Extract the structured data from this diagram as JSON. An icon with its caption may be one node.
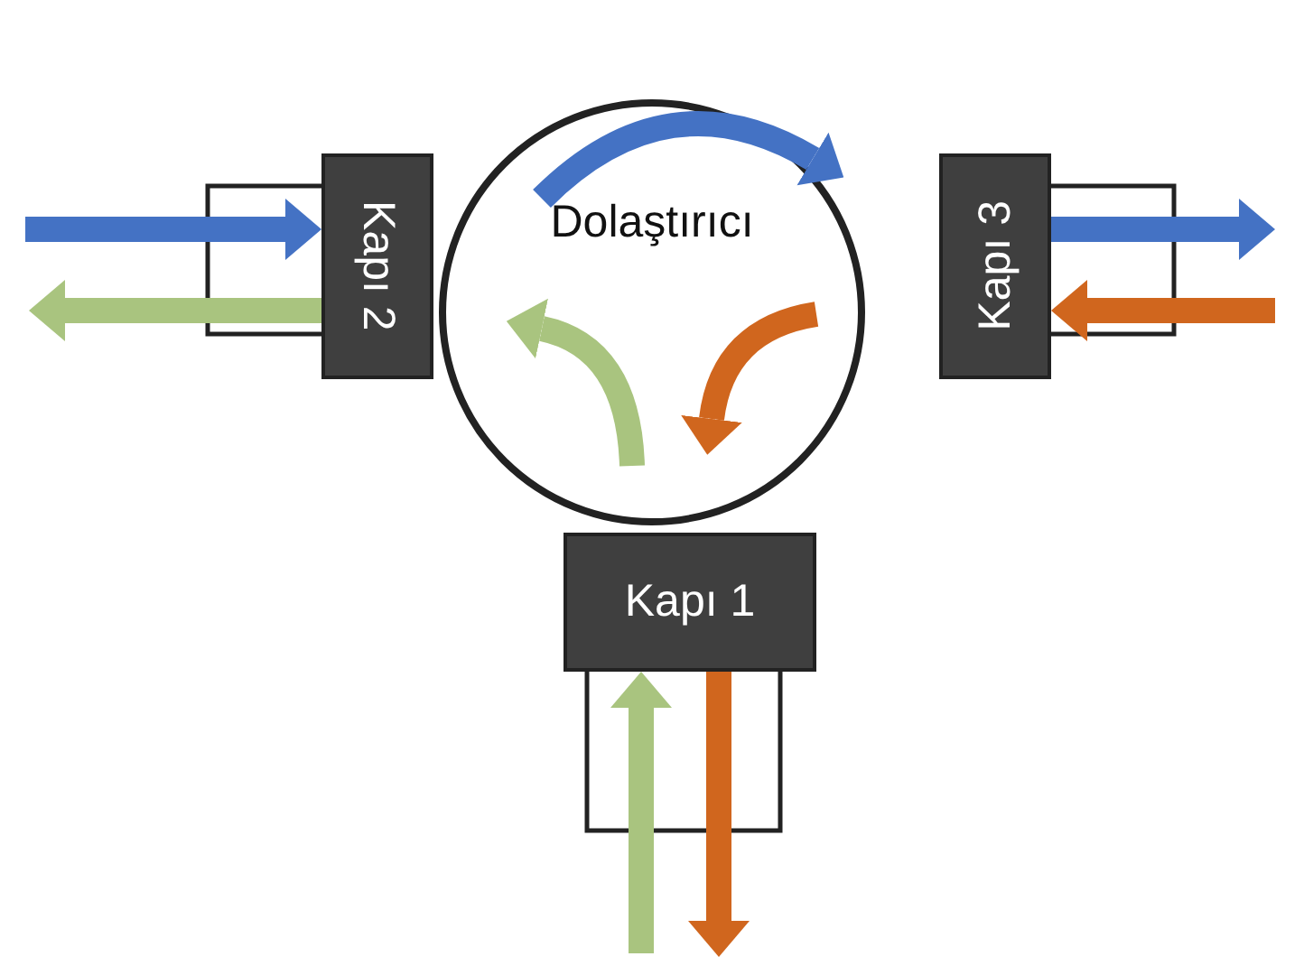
{
  "diagram": {
    "nodes": [
      {
        "text": [
          "Dolaştırıcı"
        ]
      },
      {
        "text": [
          "Kapı 1"
        ]
      },
      {
        "text": [
          "Kapı 2"
        ]
      },
      {
        "text": [
          "Kapı 3"
        ]
      }
    ],
    "edges": [
      {
        "from": null,
        "to": 2,
        "arrow": "to",
        "color": "#4472c4"
      },
      {
        "from": 2,
        "to": null,
        "arrow": "to",
        "color": "#a9c47f"
      },
      {
        "from": 3,
        "to": null,
        "arrow": "to",
        "color": "#4472c4"
      },
      {
        "from": null,
        "to": 3,
        "arrow": "to",
        "color": "#d0661e"
      },
      {
        "from": null,
        "to": 1,
        "arrow": "to",
        "color": "#a9c47f"
      },
      {
        "from": 1,
        "to": null,
        "arrow": "to",
        "color": "#d0661e"
      }
    ]
  }
}
